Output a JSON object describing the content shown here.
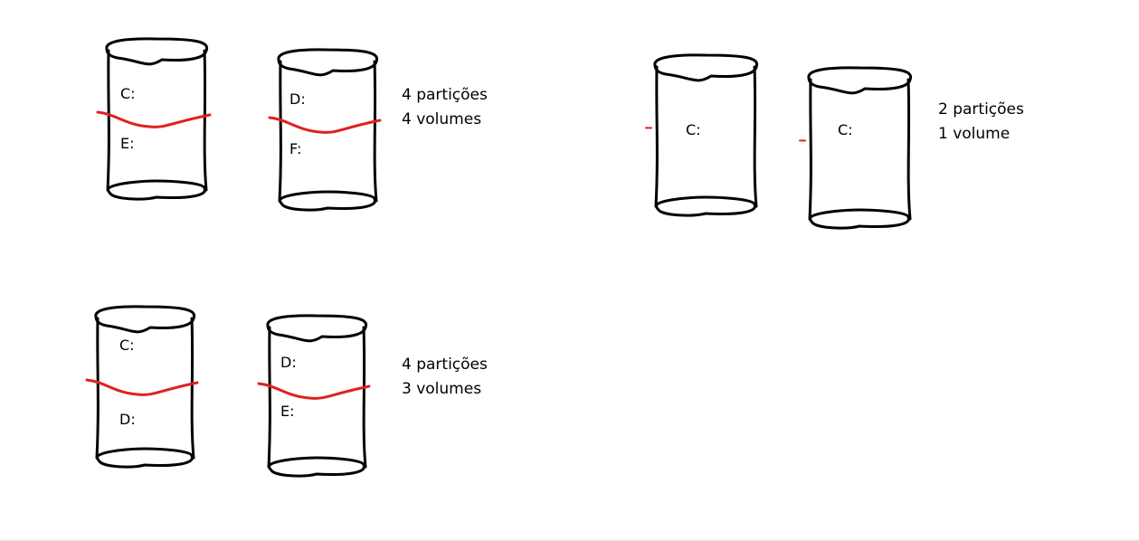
{
  "colors": {
    "outline": "#000000",
    "partition_line": "#e02020",
    "background": "#ffffff"
  },
  "groups": [
    {
      "caption": [
        "4 partições",
        "4 volumes"
      ],
      "disks": [
        {
          "labels": [
            "C:",
            "E:"
          ],
          "divided": true
        },
        {
          "labels": [
            "D:",
            "F:"
          ],
          "divided": true
        }
      ]
    },
    {
      "caption": [
        "2 partições",
        "1 volume"
      ],
      "disks": [
        {
          "labels": [
            "C:"
          ],
          "divided": false
        },
        {
          "labels": [
            "C:"
          ],
          "divided": false
        }
      ]
    },
    {
      "caption": [
        "4 partições",
        "3 volumes"
      ],
      "disks": [
        {
          "labels": [
            "C:",
            "D:"
          ],
          "divided": true
        },
        {
          "labels": [
            "D:",
            "E:"
          ],
          "divided": true
        }
      ]
    }
  ]
}
